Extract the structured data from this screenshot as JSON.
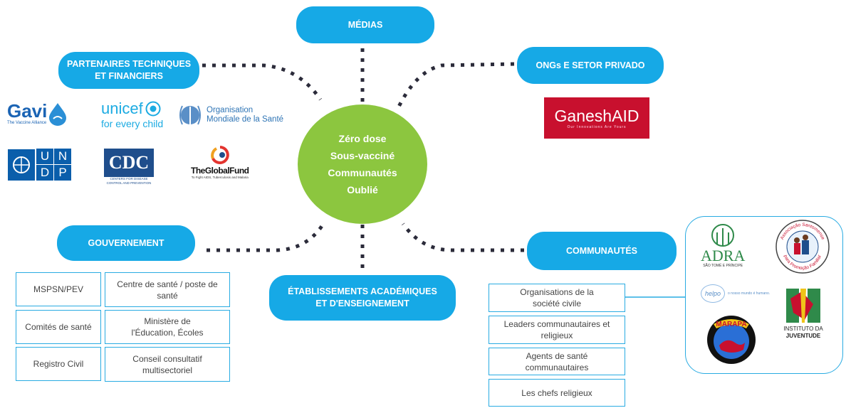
{
  "center": {
    "lines": [
      "Zéro dose",
      "Sous-vacciné",
      "Communautés",
      "Oublié"
    ]
  },
  "nodes": {
    "medias": [
      "MÉDIAS"
    ],
    "partenaires": [
      "PARTENAIRES TECHNIQUES",
      "ET FINANCIERS"
    ],
    "ongs": [
      "ONGs E SETOR PRIVADO"
    ],
    "gouvernement": [
      "GOUVERNEMENT"
    ],
    "etablissements": [
      "ÉTABLISSEMENTS ACADÉMIQUES",
      "ET D'ENSEIGNEMENT"
    ],
    "communautes": [
      "COMMUNAUTÉS"
    ]
  },
  "gouvernement_boxes": {
    "mspsn": [
      "MSPSN/PEV"
    ],
    "centre": [
      "Centre de santé / poste de",
      "santé"
    ],
    "comites": [
      "Comités de santé"
    ],
    "ministere": [
      "Ministère de",
      "l'Éducation, Écoles"
    ],
    "registro": [
      "Registro Civil"
    ],
    "conseil": [
      "Conseil consultatif",
      "multisectoriel"
    ]
  },
  "communautes_boxes": {
    "organisations": [
      "Organisations de la",
      "société civile"
    ],
    "leaders": [
      "Leaders communautaires et",
      "religieux"
    ],
    "agents": [
      "Agents de santé",
      "communautaires"
    ],
    "chefs": [
      "Les chefs religieux"
    ]
  },
  "logos": {
    "gavi": {
      "name": "Gavi",
      "tagline": "The Vaccine Alliance",
      "color": "#1b64b4"
    },
    "unicef": {
      "name": "unicef",
      "tagline": "for every child",
      "color": "#1cabe2"
    },
    "oms": {
      "lines": [
        "Organisation",
        "Mondiale de la Santé"
      ],
      "color": "#2e74b5"
    },
    "undp": {
      "letters": [
        "U",
        "N",
        "D",
        "P"
      ],
      "color": "#0a5eab"
    },
    "cdc": {
      "name": "CDC",
      "lines": [
        "CENTERS FOR DISEASE",
        "CONTROL AND PREVENTION"
      ],
      "color": "#1f4e8c"
    },
    "globalfund": {
      "name": "TheGlobalFund",
      "tagline": "To Fight AIDS, Tuberculosis and Malaria"
    },
    "ganesh": {
      "name": "GaneshAID",
      "tagline": "Our Innovations Are Yours",
      "color": "#c8102e"
    },
    "adra": {
      "name": "ADRA",
      "tagline": "SÃO TOMÉ E PRÍNCIPE",
      "color": "#2f8a4a"
    },
    "asf": {
      "arc_top": "Associação Santomense",
      "arc_bottom": "para Promoção Familiar"
    },
    "helpo": {
      "name": "helpo",
      "tagline": "o nosso mundo é humano."
    },
    "marapa": {
      "name": "MARAPA"
    },
    "instituto": {
      "lines": [
        "INSTITUTO DA",
        "JUVENTUDE"
      ]
    }
  },
  "colors": {
    "pill": "#16a9e6",
    "center": "#8cc63f",
    "box_border": "#29abe2",
    "dots": "#2b2b3a"
  }
}
